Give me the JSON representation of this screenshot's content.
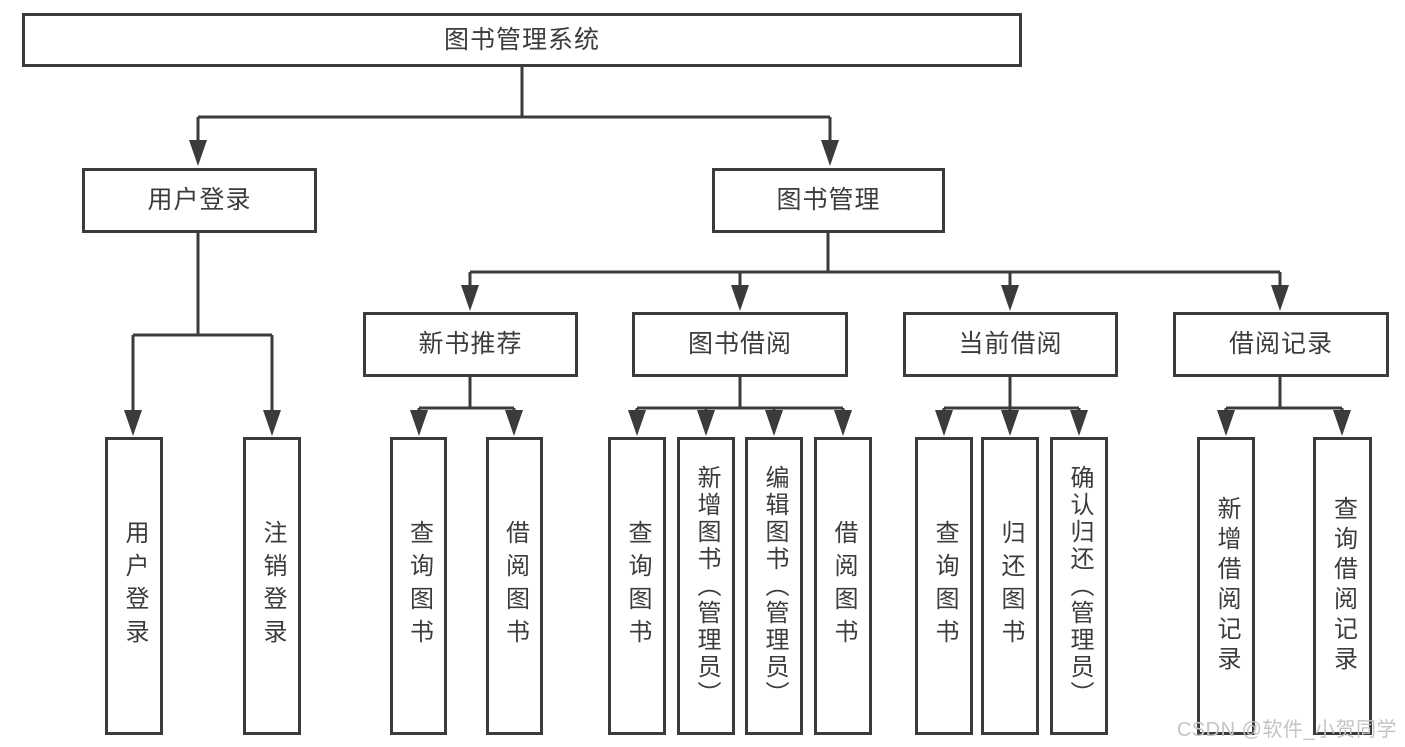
{
  "tree": {
    "root": {
      "label": "图书管理系统"
    },
    "user_login": {
      "label": "用户登录",
      "children": [
        {
          "label": "用户登录"
        },
        {
          "label": "注销登录"
        }
      ]
    },
    "book_mgmt": {
      "label": "图书管理",
      "sections": [
        {
          "label": "新书推荐",
          "children": [
            {
              "label": "查询图书"
            },
            {
              "label": "借阅图书"
            }
          ]
        },
        {
          "label": "图书借阅",
          "children": [
            {
              "label": "查询图书"
            },
            {
              "label": "新增图书（管理员）"
            },
            {
              "label": "编辑图书（管理员）"
            },
            {
              "label": "借阅图书"
            }
          ]
        },
        {
          "label": "当前借阅",
          "children": [
            {
              "label": "查询图书"
            },
            {
              "label": "归还图书"
            },
            {
              "label": "确认归还（管理员）"
            }
          ]
        },
        {
          "label": "借阅记录",
          "children": [
            {
              "label": "新增借阅记录"
            },
            {
              "label": "查询借阅记录"
            }
          ]
        }
      ]
    }
  },
  "watermark": {
    "text": "CSDN @软件_小贺同学"
  },
  "colors": {
    "line": "#3b3b3b",
    "text": "#3c3c3c",
    "watermark": "#c4c4c4",
    "background": "#ffffff"
  }
}
